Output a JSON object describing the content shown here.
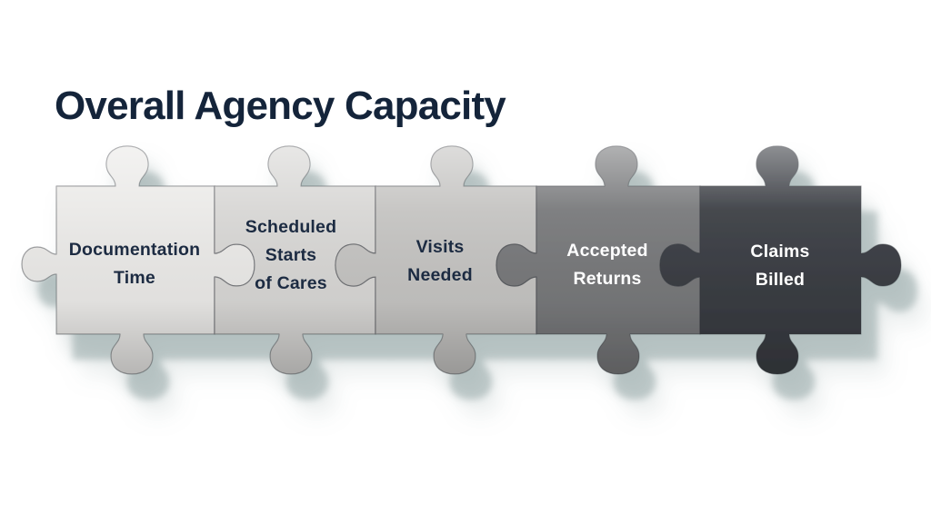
{
  "title": "Overall Agency Capacity",
  "diagram": {
    "type": "puzzle-strip",
    "pieces": [
      {
        "label": "Documentation\nTime",
        "color": "#eae9e7",
        "text_color": "#1c2b42"
      },
      {
        "label": "Scheduled\nStarts\nof Cares",
        "color": "#d7d6d4",
        "text_color": "#1c2b42"
      },
      {
        "label": "Visits\nNeeded",
        "color": "#c4c3c1",
        "text_color": "#1c2b42"
      },
      {
        "label": "Accepted\nReturns",
        "color": "#77787a",
        "text_color": "#ffffff"
      },
      {
        "label": "Claims\nBilled",
        "color": "#3a3d43",
        "text_color": "#ffffff"
      }
    ]
  },
  "colors": {
    "background": "#ffffff",
    "title": "#14243a",
    "shadow": "#8da0a0",
    "piece_outline": "#32363c"
  }
}
